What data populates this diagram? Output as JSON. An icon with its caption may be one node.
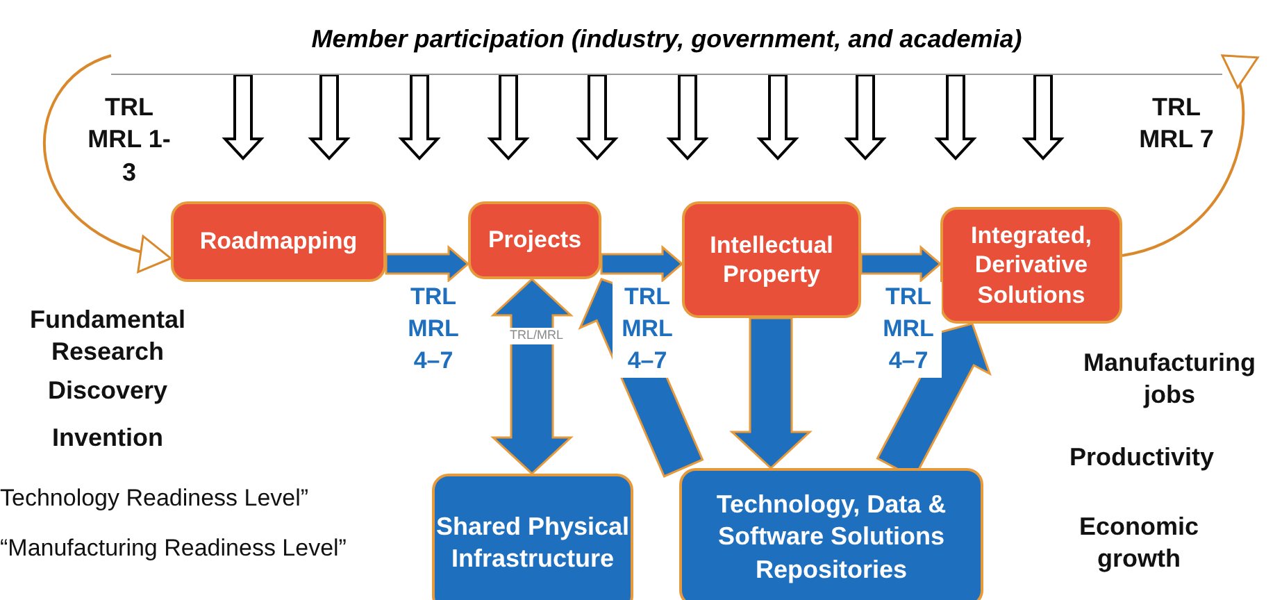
{
  "diagram": {
    "nodes": [
      {
        "text": [
          "Member participation (industry, government, and academia)"
        ]
      },
      {
        "text": [
          "Roadmapping"
        ]
      },
      {
        "text": [
          "Projects"
        ]
      },
      {
        "text": [
          "Intellectual Property"
        ]
      },
      {
        "text": [
          "Integrated, Derivative Solutions"
        ]
      },
      {
        "text": [
          "Shared Physical Infrastructure"
        ]
      },
      {
        "text": [
          "Technology, Data & Software Solutions Repositories"
        ]
      }
    ],
    "edges": [
      {
        "from": 0,
        "to": null,
        "arrow": "to"
      },
      {
        "from": 0,
        "to": null,
        "arrow": "to"
      },
      {
        "from": 0,
        "to": null,
        "arrow": "to"
      },
      {
        "from": 0,
        "to": null,
        "arrow": "to"
      },
      {
        "from": 0,
        "to": null,
        "arrow": "to"
      },
      {
        "from": 0,
        "to": null,
        "arrow": "to"
      },
      {
        "from": 0,
        "to": null,
        "arrow": "to"
      },
      {
        "from": 0,
        "to": null,
        "arrow": "to"
      },
      {
        "from": 0,
        "to": null,
        "arrow": "to"
      },
      {
        "from": 0,
        "to": null,
        "arrow": "to"
      },
      {
        "from": 0,
        "to": 1,
        "arrow": "to",
        "color": "#d9892b"
      },
      {
        "from": 4,
        "to": 0,
        "arrow": "to",
        "color": "#d9892b"
      },
      {
        "from": 1,
        "to": 2,
        "arrow": "to",
        "label": "TRL MRL 4–7",
        "color": "#1f6fbf"
      },
      {
        "from": 2,
        "to": 3,
        "arrow": "to",
        "label": "TRL MRL 4–7",
        "color": "#1f6fbf"
      },
      {
        "from": 3,
        "to": 4,
        "arrow": "to",
        "label": "TRL MRL 4–7",
        "color": "#1f6fbf"
      },
      {
        "from": 2,
        "to": 5,
        "arrow": "both",
        "color": "#1f6fbf"
      },
      {
        "from": 3,
        "to": 6,
        "arrow": "to",
        "color": "#1f6fbf"
      },
      {
        "from": 6,
        "to": 2,
        "arrow": "to",
        "color": "#1f6fbf"
      },
      {
        "from": 6,
        "to": 4,
        "arrow": "to",
        "color": "#1f6fbf"
      }
    ],
    "labels": [
      "TRL MRL 1- 3",
      "TRL MRL 7",
      "Fundamental Research",
      "Discovery",
      "Invention",
      "TRL/MRL",
      "Technology Readiness Level”",
      "“Manufacturing Readiness Level”",
      "Manufacturing jobs",
      "Productivity",
      "Economic growth"
    ]
  }
}
